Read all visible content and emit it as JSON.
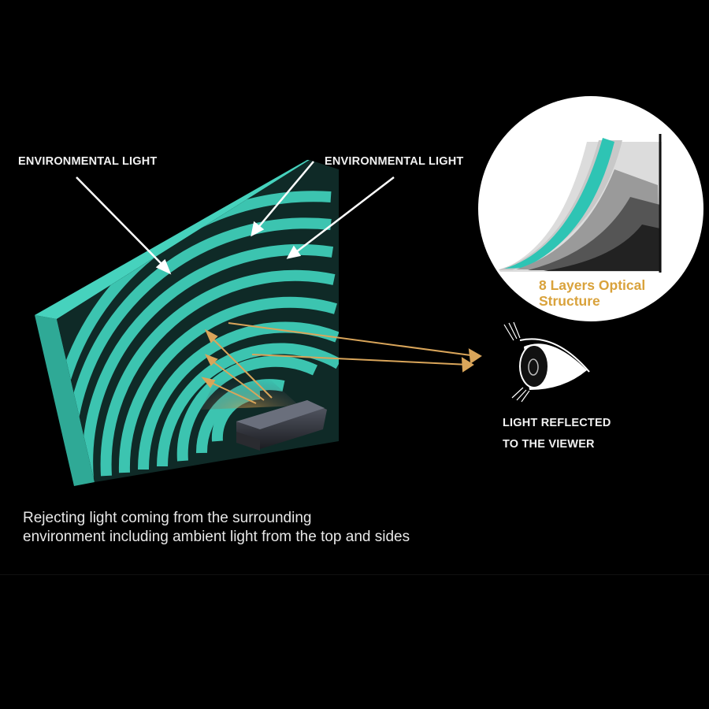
{
  "labels": {
    "env_light_left": "ENVIRONMENTAL LIGHT",
    "env_light_right": "ENVIRONMENTAL LIGHT",
    "reflected_line1": "LIGHT REFLECTED",
    "reflected_line2": "TO THE VIEWER"
  },
  "inset": {
    "line1": "8 Layers Optical",
    "line2": "Structure"
  },
  "caption": {
    "line1": "Rejecting light coming from the surrounding",
    "line2": "environment including ambient light from the top and sides"
  },
  "colors": {
    "background": "#000000",
    "screen_teal": "#3cc4b0",
    "screen_shadow": "#0f2a27",
    "arrow_white": "#ffffff",
    "arrow_gold": "#d9a55a",
    "inset_text": "#d9a23b"
  }
}
